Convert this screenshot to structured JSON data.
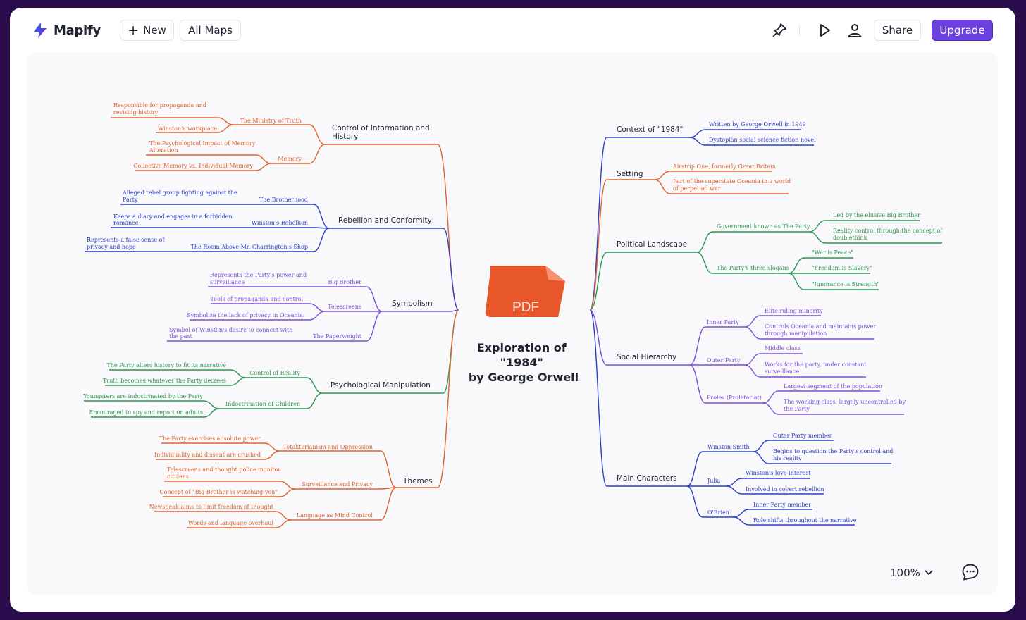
{
  "app": {
    "name": "Mapify",
    "new_label": "New",
    "all_maps_label": "All Maps",
    "share_label": "Share",
    "upgrade_label": "Upgrade",
    "zoom": "100%"
  },
  "colors": {
    "orange": "#e0622e",
    "blue": "#2c3fc4",
    "purple": "#7a4fd6",
    "green": "#2b9650",
    "accent": "#6b3fe0"
  },
  "mindmap": {
    "center_title_lines": [
      "Exploration of",
      "\"1984\"",
      "by George Orwell"
    ],
    "center_icon_label": "PDF",
    "nodes": [
      {
        "t": "Control of Information and",
        "c": "orange",
        "k": "branch"
      },
      {
        "t": "History",
        "c": "orange",
        "k": "branch"
      },
      {
        "t": "The Ministry of Truth",
        "c": "orange",
        "k": "sub"
      },
      {
        "t": "Responsible for propaganda and",
        "c": "orange",
        "k": "leaf"
      },
      {
        "t": "revising history",
        "c": "orange",
        "k": "leaf"
      },
      {
        "t": "Winston's workplace",
        "c": "orange",
        "k": "leaf"
      },
      {
        "t": "Memory",
        "c": "orange",
        "k": "sub"
      },
      {
        "t": "The Psychological Impact of Memory",
        "c": "orange",
        "k": "leaf"
      },
      {
        "t": "Alteration",
        "c": "orange",
        "k": "leaf"
      },
      {
        "t": "Collective Memory vs. Individual Memory",
        "c": "orange",
        "k": "leaf"
      },
      {
        "t": "Rebellion and Conformity",
        "c": "blue",
        "k": "branch"
      },
      {
        "t": "The Brotherhood",
        "c": "blue",
        "k": "sub"
      },
      {
        "t": "Alleged rebel group fighting against the",
        "c": "blue",
        "k": "leaf"
      },
      {
        "t": "Party",
        "c": "blue",
        "k": "leaf"
      },
      {
        "t": "Winston's Rebellion",
        "c": "blue",
        "k": "sub"
      },
      {
        "t": "Keeps a diary and engages in a forbidden",
        "c": "blue",
        "k": "leaf"
      },
      {
        "t": "romance",
        "c": "blue",
        "k": "leaf"
      },
      {
        "t": "The Room Above Mr. Charrington's Shop",
        "c": "blue",
        "k": "sub"
      },
      {
        "t": "Represents a false sense of",
        "c": "blue",
        "k": "leaf"
      },
      {
        "t": "privacy and hope",
        "c": "blue",
        "k": "leaf"
      },
      {
        "t": "Symbolism",
        "c": "purple",
        "k": "branch"
      },
      {
        "t": "Big Brother",
        "c": "purple",
        "k": "sub"
      },
      {
        "t": "Represents the Party's power and",
        "c": "purple",
        "k": "leaf"
      },
      {
        "t": "surveillance",
        "c": "purple",
        "k": "leaf"
      },
      {
        "t": "Telescreens",
        "c": "purple",
        "k": "sub"
      },
      {
        "t": "Tools of propaganda and control",
        "c": "purple",
        "k": "leaf"
      },
      {
        "t": "Symbolize the lack of privacy in Oceania",
        "c": "purple",
        "k": "leaf"
      },
      {
        "t": "The Paperweight",
        "c": "purple",
        "k": "sub"
      },
      {
        "t": "Symbol of Winston's desire to connect with",
        "c": "purple",
        "k": "leaf"
      },
      {
        "t": "the past",
        "c": "purple",
        "k": "leaf"
      },
      {
        "t": "Psychological Manipulation",
        "c": "green",
        "k": "branch"
      },
      {
        "t": "Control of Reality",
        "c": "green",
        "k": "sub"
      },
      {
        "t": "The Party alters history to fit its narrative",
        "c": "green",
        "k": "leaf"
      },
      {
        "t": "Truth becomes whatever the Party decrees",
        "c": "green",
        "k": "leaf"
      },
      {
        "t": "Indoctrination of Children",
        "c": "green",
        "k": "sub"
      },
      {
        "t": "Youngsters are indoctrinated by the Party",
        "c": "green",
        "k": "leaf"
      },
      {
        "t": "Encouraged to spy and report on adults",
        "c": "green",
        "k": "leaf"
      },
      {
        "t": "Themes",
        "c": "orange",
        "k": "branch"
      },
      {
        "t": "Totalitarianism and Oppression",
        "c": "orange",
        "k": "sub"
      },
      {
        "t": "The Party exercises absolute power",
        "c": "orange",
        "k": "leaf"
      },
      {
        "t": "Individuality and dissent are crushed",
        "c": "orange",
        "k": "leaf"
      },
      {
        "t": "Surveillance and Privacy",
        "c": "orange",
        "k": "sub"
      },
      {
        "t": "Telescreens and thought police monitor",
        "c": "orange",
        "k": "leaf"
      },
      {
        "t": "citizens",
        "c": "orange",
        "k": "leaf"
      },
      {
        "t": "Concept of \"Big Brother is watching you\"",
        "c": "orange",
        "k": "leaf"
      },
      {
        "t": "Language as Mind Control",
        "c": "orange",
        "k": "sub"
      },
      {
        "t": "Newspeak aims to limit freedom of thought",
        "c": "orange",
        "k": "leaf"
      },
      {
        "t": "Words and language overhaul",
        "c": "orange",
        "k": "leaf"
      },
      {
        "t": "Context of \"1984\"",
        "c": "blue",
        "k": "branch"
      },
      {
        "t": "Written by George Orwell in 1949",
        "c": "blue",
        "k": "leaf"
      },
      {
        "t": "Dystopian social science fiction novel",
        "c": "blue",
        "k": "leaf"
      },
      {
        "t": "Setting",
        "c": "orange",
        "k": "branch"
      },
      {
        "t": "Airstrip One, formerly Great Britain",
        "c": "orange",
        "k": "leaf"
      },
      {
        "t": "Part of the superstate Oceania in a world",
        "c": "orange",
        "k": "leaf"
      },
      {
        "t": "of perpetual war",
        "c": "orange",
        "k": "leaf"
      },
      {
        "t": "Political Landscape",
        "c": "green",
        "k": "branch"
      },
      {
        "t": "Government known as The Party",
        "c": "green",
        "k": "sub"
      },
      {
        "t": "Led by the elusive Big Brother",
        "c": "green",
        "k": "leaf"
      },
      {
        "t": "Reality control through the concept of",
        "c": "green",
        "k": "leaf"
      },
      {
        "t": "doublethink",
        "c": "green",
        "k": "leaf"
      },
      {
        "t": "The Party's three slogans",
        "c": "green",
        "k": "sub"
      },
      {
        "t": "\"War is Peace\"",
        "c": "green",
        "k": "leaf"
      },
      {
        "t": "\"Freedom is Slavery\"",
        "c": "green",
        "k": "leaf"
      },
      {
        "t": "\"Ignorance is Strength\"",
        "c": "green",
        "k": "leaf"
      },
      {
        "t": "Social Hierarchy",
        "c": "purple",
        "k": "branch"
      },
      {
        "t": "Inner Party",
        "c": "purple",
        "k": "sub"
      },
      {
        "t": "Elite ruling minority",
        "c": "purple",
        "k": "leaf"
      },
      {
        "t": "Controls Oceania and maintains power",
        "c": "purple",
        "k": "leaf"
      },
      {
        "t": "through manipulation",
        "c": "purple",
        "k": "leaf"
      },
      {
        "t": "Outer Party",
        "c": "purple",
        "k": "sub"
      },
      {
        "t": "Middle class",
        "c": "purple",
        "k": "leaf"
      },
      {
        "t": "Works for the party, under constant",
        "c": "purple",
        "k": "leaf"
      },
      {
        "t": "surveillance",
        "c": "purple",
        "k": "leaf"
      },
      {
        "t": "Proles (Proletariat)",
        "c": "purple",
        "k": "sub"
      },
      {
        "t": "Largest segment of the population",
        "c": "purple",
        "k": "leaf"
      },
      {
        "t": "The working class, largely uncontrolled by",
        "c": "purple",
        "k": "leaf"
      },
      {
        "t": "the Party",
        "c": "purple",
        "k": "leaf"
      },
      {
        "t": "Main Characters",
        "c": "blue",
        "k": "branch"
      },
      {
        "t": "Winston Smith",
        "c": "blue",
        "k": "sub"
      },
      {
        "t": "Outer Party member",
        "c": "blue",
        "k": "leaf"
      },
      {
        "t": "Begins to question the Party's control and",
        "c": "blue",
        "k": "leaf"
      },
      {
        "t": "his reality",
        "c": "blue",
        "k": "leaf"
      },
      {
        "t": "Julia",
        "c": "blue",
        "k": "sub"
      },
      {
        "t": "Winston's love interest",
        "c": "blue",
        "k": "leaf"
      },
      {
        "t": "Involved in covert rebellion",
        "c": "blue",
        "k": "leaf"
      },
      {
        "t": "O'Brien",
        "c": "blue",
        "k": "sub"
      },
      {
        "t": "Inner Party member",
        "c": "blue",
        "k": "leaf"
      },
      {
        "t": "Role shifts throughout the narrative",
        "c": "blue",
        "k": "leaf"
      }
    ]
  }
}
